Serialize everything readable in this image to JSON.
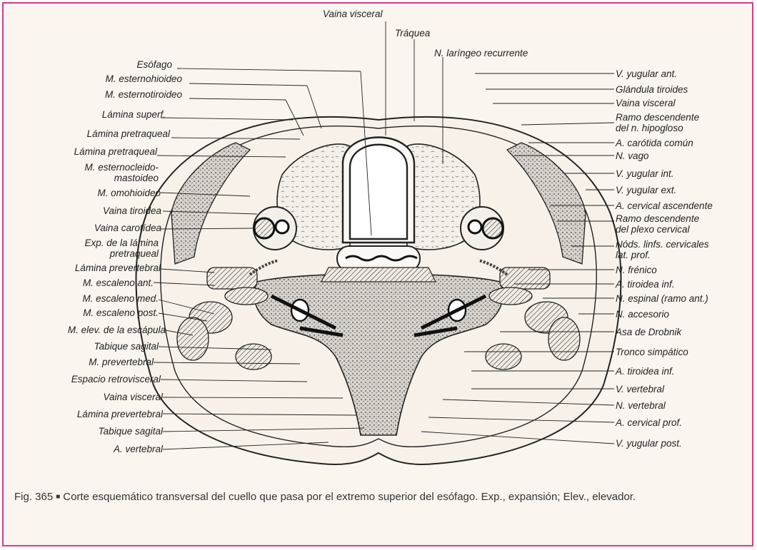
{
  "colors": {
    "frame": "#d23c8c",
    "background": "#fbf5ef",
    "ink": "#222222"
  },
  "labels_top": {
    "vaina_visceral": "Vaina visceral",
    "traquea": "Tráquea",
    "n_laringeo": "N. laríngeo recurrente"
  },
  "labels_left": [
    "Esófago",
    "M. esternohioideo",
    "M. esternotiroideo",
    "Lámina superf.",
    "Lámina pretraqueal",
    "Lámina pretraqueal",
    "M. esternocleido-\nmastoideo",
    "M. omohioideo",
    "Vaina tiroidea",
    "Vaina carotídea",
    "Exp. de la lámina\npretraqueal",
    "Lámina prevertebral",
    "M. escaleno ant.",
    "M. escaleno med.",
    "M. escaleno post.",
    "M. elev. de la escápula",
    "Tabique sagital",
    "M. prevertebral",
    "Espacio retrovisceral",
    "Vaina visceral",
    "Lámina prevertebral",
    "Tabique sagital",
    "A. vertebral"
  ],
  "labels_right": [
    "V. yugular ant.",
    "Glándula tiroides",
    "Vaina visceral",
    "Ramo descendente\ndel n. hipogloso",
    "A. carótida común",
    "N. vago",
    "V. yugular int.",
    "V. yugular ext.",
    "A. cervical ascendente",
    "Ramo descendente\ndel plexo cervical",
    "Nóds. linfs. cervicales\nlat. prof.",
    "N. frénico",
    "A. tiroidea inf.",
    "N. espinal (ramo ant.)",
    "N. accesorio",
    "Asa de Drobnik",
    "Tronco simpático",
    "A. tiroidea inf.",
    "V. vertebral",
    "N. vertebral",
    "A. cervical prof.",
    "V. yugular post."
  ],
  "caption": {
    "fig": "Fig. 365",
    "bullet": "■",
    "text": "Corte esquemático transversal del cuello que pasa por el extremo superior del esófago. Exp., expansión; Elev., elevador."
  }
}
